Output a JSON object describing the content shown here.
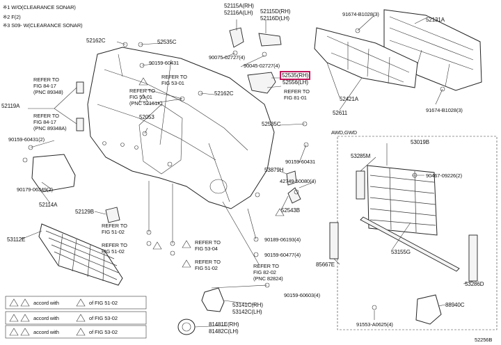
{
  "diagram_id": "52256B",
  "notes": {
    "n1": "※1 W/O(CLEARANCE SONAR)",
    "n2": "※2 F(2)",
    "n3": "※3 S09- W(CLEARANCE SONAR)"
  },
  "legend": {
    "line1": "accord with",
    "line1_suffix": "of FIG 51-02",
    "line2": "accord with",
    "line2_suffix": "of FIG 53-02",
    "line3": "accord with",
    "line3_suffix": "of FIG 53-02"
  },
  "drive_label": "AWD,GWD",
  "labels": {
    "p52115a": "52115A(RH)",
    "p52116a": "52116A(LH)",
    "p52115d": "52115D(RH)",
    "p52116d": "52116D(LH)",
    "p91674_a": "91674-B1028(3)",
    "p52131a": "52131A",
    "p52162c_a": "52162C",
    "p52535c_a": "52535C",
    "p90159_a": "90159-60431",
    "p90075": "90075-02727(4)",
    "p90045": "90045-02727(4)",
    "p52535_rh": "52535(RH)",
    "p52556_lh": "52556(LH)",
    "refer_fig81": "REFER TO\nFIG 81-01",
    "p52421a": "52421A",
    "p52611": "52611",
    "p91674_b": "91674-B1028(3)",
    "refer_84_17a": "REFER TO\nFIG 84-17\n(PNC 89348)",
    "p52119a": "52119A",
    "refer_84_17b": "REFER TO\nFIG 84-17\n(PNC 89348A)",
    "refer_53_01a": "REFER TO\nFIG 53-01",
    "refer_53_01b": "REFER TO\nFIG 53-01\n(PNC 52161K)",
    "p52162c_b": "52162C",
    "p52053": "52053",
    "p52535c_b": "52535C",
    "p90159_b": "90159-60431(2)",
    "p90159_c": "90159-60431",
    "p53879h": "53879H",
    "p42749": "42749-50080(4)",
    "p52543b": "52543B",
    "p90179": "90179-06349(2)",
    "p52114a": "52114A",
    "p52129b": "52129B",
    "p53112e": "53112E",
    "refer_51_02a": "REFER TO\nFIG 51-02",
    "refer_51_02b": "REFER TO\nFIG 51-02",
    "refer_53_04": "REFER TO\nFIG 53-04",
    "refer_51_02c": "REFER TO\nFIG 51-02",
    "p90189": "90189-06193(4)",
    "p90159_d": "90159-60477(4)",
    "refer_82_02": "REFER TO\nFIG 82-02\n(PNC 82824)",
    "p90159_e": "90159-60603(4)",
    "p53141c": "53141C(RH)",
    "p53142c": "53142C(LH)",
    "p81481e": "81481E(RH)",
    "p81482c": "81482C(LH)",
    "p53019b": "53019B",
    "p53285m": "53285M",
    "p90467": "90467-09226(2)",
    "p53155g": "53155G",
    "p85667e": "85667E",
    "p53286d": "53286D",
    "p88940c": "88940C",
    "p91553": "91553-A0625(4)"
  }
}
